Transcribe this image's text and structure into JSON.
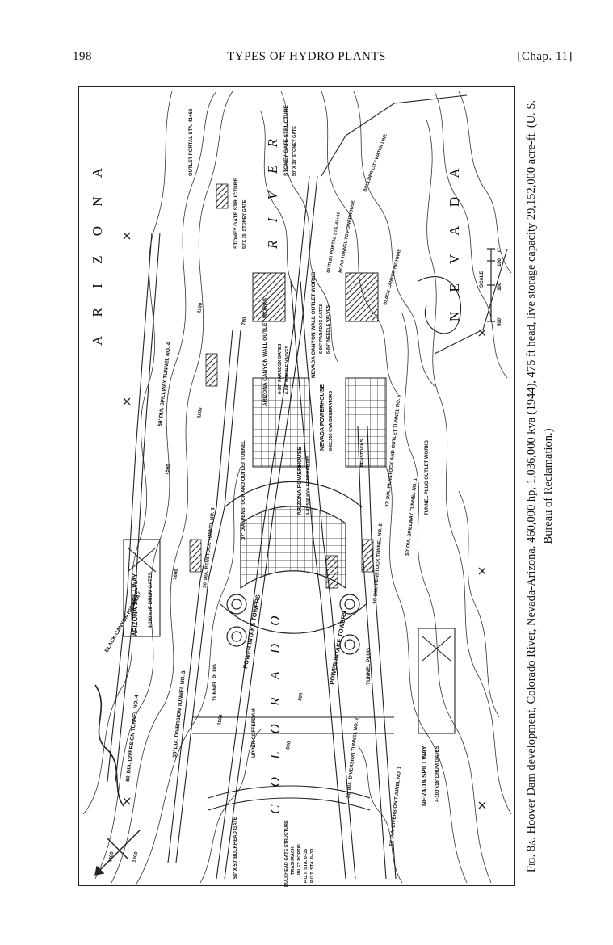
{
  "header": {
    "page_number": "198",
    "title": "TYPES OF HYDRO PLANTS",
    "chapter": "[Chap. 11]"
  },
  "caption": {
    "figure_number": "Fig. 8a.",
    "text": "Hoover Dam development, Colorado River, Nevada-Arizona. 460,000 hp, 1,036,000 kva (1944), 475 ft head, live storage capacity 29,152,000 acre-ft. (U. S. Bureau of Reclamation.)"
  },
  "map": {
    "states": {
      "arizona": "A R I Z O N A",
      "nevada": "N E V A D A"
    },
    "river": {
      "colorado": "C O L O R A D O",
      "river": "R I V E R"
    },
    "labels": {
      "black_canyon_highway": "BLACK CANYON HIGHWAY",
      "arizona_spillway": "ARIZONA SPILLWAY",
      "arizona_spillway_gates": "4-100'x16' DRUM GATES",
      "diversion_tunnel_4": "50' DIA. DIVERSION TUNNEL NO. 4",
      "diversion_tunnel_3": "50' DIA. DIVERSION TUNNEL NO. 3",
      "spillway_tunnel_4": "50' DIA. SPILLWAY TUNNEL NO. 4",
      "outlet_portal_upper": "OUTLET PORTAL STA. 41+68",
      "stoney_gate_upper": "STONEY GATE STRUCTURE",
      "stoney_gate_upper_size": "50'X 35' STONEY GATE",
      "penstock_tunnel_3": "50' DIA. PENSTOCK TUNNEL NO. 3",
      "penstock_outlet_tunnel": "37' DIA. PENSTOCK AND OUTLET TUNNEL",
      "tunnel_plug_upper": "TUNNEL PLUG",
      "power_intake_towers_upper": "POWER INTAKE TOWERS",
      "power_intake_towers_lower": "POWER INTAKE TOWERS",
      "upper_cofferdam": "UPPER COFFERDAM",
      "arizona_canyon_wall": "ARIZONA CANYON WALL OUTLET WORKS",
      "arizona_canyon_gates": "6-96\" PARADOX GATES",
      "arizona_canyon_valves": "6-84\" NEEDLE VALVES",
      "arizona_powerhouse": "ARIZONA POWERHOUSE",
      "arizona_powerhouse_gen": "9-82,500 KVA GENERATORS",
      "nevada_powerhouse": "NEVADA POWERHOUSE",
      "nevada_powerhouse_gen": "8-82,500 KVA GENERATORS",
      "nevada_canyon_wall": "NEVADA CANYON WALL OUTLET WORKS",
      "nevada_canyon_gates": "6-96\" PARADOX GATES",
      "nevada_canyon_valves": "6-84\" NEEDLE VALVES",
      "stoney_gate_lower": "STONEY GATE STRUCTURE",
      "stoney_gate_lower_size": "50' X 35' STONEY GATE",
      "outlet_portal_lower": "OUTLET PORTAL STA. 43+67",
      "road_tunnel": "ROAD TUNNEL TO POWERHOUSE",
      "boulder_city": "BOULDER CITY WATER LINE",
      "black_canyon_highway_lower": "BLACK CANYON HIGHWAY",
      "penstock_tunnel_5": "37' DIA. PENSTOCK AND OUTLET TUNNEL NO. 5",
      "spillway_tunnel_1": "50' DIA. SPILLWAY TUNNEL NO. 1",
      "penstock_tunnel_2": "30' DIA. PENSTOCK TUNNEL NO. 2",
      "penstocks": "PENSTOCKS",
      "tunnel_plug_outlet": "TUNNEL PLUG OUTLET WORKS",
      "tunnel_plug_lower": "TUNNEL PLUG",
      "diversion_tunnel_2": "50' DIA. DIVERSION TUNNEL NO. 2",
      "diversion_tunnel_1": "50' DIA. DIVERSION TUNNEL NO. 1",
      "nevada_spillway": "NEVADA SPILLWAY",
      "nevada_spillway_gates": "4-100'x16' DRUM GATES",
      "bulkhead_gate_upper": "50' X 50' BULKHEAD GATE",
      "bulkhead_gate_structure": "BULKHEAD GATE STRUCTURE",
      "trashrack": "TRASHRACK",
      "inlet_portal": "INLET PORTAL",
      "sta_upper": "P.O.T. STA. 0+35",
      "sta_lower": "P.O.T. STA. 0+30",
      "scale": "SCALE",
      "scale_0": "0'",
      "scale_100": "100'",
      "scale_300": "300'",
      "scale_500": "500'"
    },
    "contours": {
      "c1": "1300",
      "c2": "1400",
      "c3": "1500",
      "c4": "1200",
      "c5": "1100",
      "c6": "1000",
      "c7": "900",
      "c8": "800",
      "c9": "700",
      "c10": "1600"
    }
  }
}
